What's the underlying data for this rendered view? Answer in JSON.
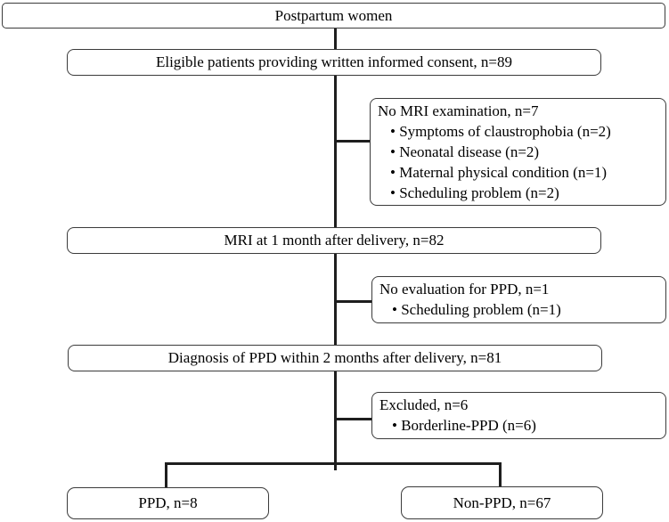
{
  "diagram": {
    "type": "flowchart",
    "topic": "Postpartum women study enrollment flow",
    "colors": {
      "background": "#ffffff",
      "box_border": "#3b3b3b",
      "connector_line": "#1e1e1e",
      "text": "#000000"
    },
    "nodes": {
      "postpartum": {
        "label": "Postpartum women"
      },
      "eligible": {
        "label": "Eligible patients providing written informed consent, n=89"
      },
      "no_mri": {
        "title": "No MRI examination, n=7",
        "items": [
          "Symptoms of claustrophobia (n=2)",
          "Neonatal disease (n=2)",
          "Maternal physical condition (n=1)",
          "Scheduling problem (n=2)"
        ]
      },
      "mri": {
        "label": "MRI at 1 month after delivery, n=82"
      },
      "no_evaluation": {
        "title": "No evaluation for PPD, n=1",
        "items": [
          "Scheduling problem (n=1)"
        ]
      },
      "diagnosis": {
        "label": "Diagnosis of PPD within 2 months after delivery, n=81"
      },
      "excluded": {
        "title": "Excluded, n=6",
        "items": [
          "Borderline-PPD (n=6)"
        ]
      },
      "ppd": {
        "label": "PPD, n=8"
      },
      "non_ppd": {
        "label": "Non-PPD, n=67"
      }
    }
  }
}
